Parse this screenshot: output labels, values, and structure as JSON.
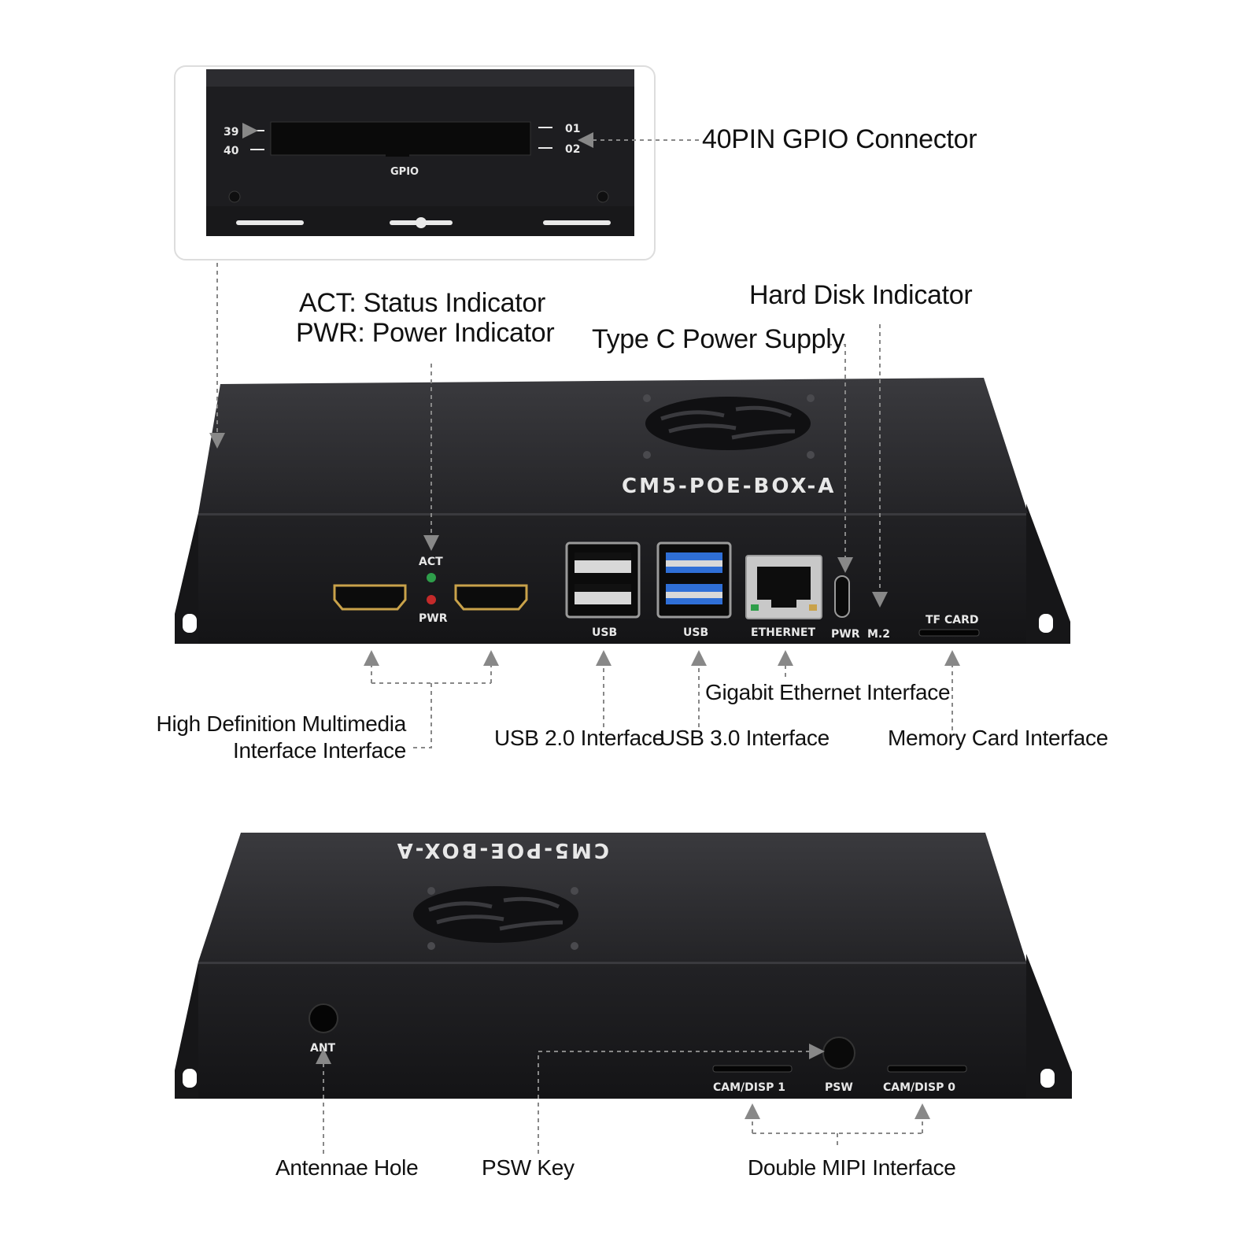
{
  "callouts": {
    "gpio_connector": "40PIN GPIO Connector",
    "act_status": "ACT: Status Indicator",
    "pwr_power": "PWR: Power Indicator",
    "hard_disk": "Hard Disk Indicator",
    "type_c": "Type C Power Supply",
    "hdmi_line1": "High Definition Multimedia",
    "hdmi_line2": "Interface Interface",
    "usb2": "USB 2.0 Interface",
    "usb3": "USB 3.0 Interface",
    "gigabit": "Gigabit Ethernet Interface",
    "memory_card": "Memory Card Interface",
    "antenna": "Antennae Hole",
    "psw_key": "PSW Key",
    "double_mipi": "Double MIPI Interface"
  },
  "device_labels": {
    "model_name": "CM5-POE-BOX-A",
    "gpio": "GPIO",
    "pin_39": "39",
    "pin_40": "40",
    "pin_01": "01",
    "pin_02": "02",
    "act": "ACT",
    "pwr": "PWR",
    "usb_a": "USB",
    "usb_b": "USB",
    "ethernet": "ETHERNET",
    "pwr_port": "PWR",
    "m2": "M.2",
    "tf_card": "TF CARD",
    "ant": "ANT",
    "cam_disp_1": "CAM/DISP 1",
    "psw": "PSW",
    "cam_disp_0": "CAM/DISP 0"
  },
  "colors": {
    "case_dark": "#1c1c1e",
    "case_top": "#2a2a2d",
    "label_white": "#e8e8e8",
    "usb3_blue": "#2f6fd6",
    "hdmi_gold": "#c9a24a",
    "led_green": "#2e9e4a",
    "led_red": "#c42a2a",
    "leader": "#888888"
  }
}
